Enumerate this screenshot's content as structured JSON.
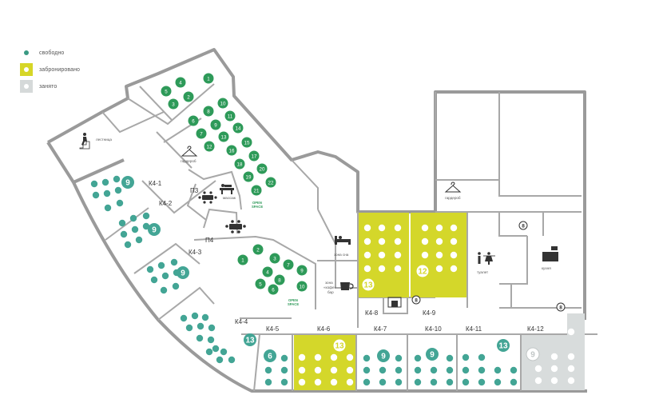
{
  "legend": {
    "free": {
      "label": "свободно",
      "color": "#3a9a83"
    },
    "booked": {
      "label": "забронировано",
      "color": "#d6d627"
    },
    "occupied": {
      "label": "занято",
      "color": "#d5d9d9"
    }
  },
  "colors": {
    "wall": "#9a9a9a",
    "teal": "#43a595",
    "green": "#2e9a59",
    "yellow": "#d4d72a",
    "grey": "#d8dcdc"
  },
  "facilities": {
    "stairs": "лестница",
    "wardrobe_left": "гардероб",
    "wardrobe_right": "гардероб",
    "massage": "массаж",
    "sleep": "зона сна",
    "coffee_line1": "зона",
    "coffee_line2": "«кофе»",
    "coffee_line3": "бар",
    "toilet": "туалет",
    "kitchen": "кухня",
    "open_space_top": "OPEN\nSPACE",
    "open_space_mid": "OPEN\nSPACE"
  },
  "rooms": [
    {
      "id": "K4-1",
      "label": "К4-1",
      "capacity": "9",
      "status": "free"
    },
    {
      "id": "K4-2",
      "label": "К4-2",
      "capacity": "9",
      "status": "free"
    },
    {
      "id": "K4-3",
      "label": "К4-3",
      "capacity": "9",
      "status": "free"
    },
    {
      "id": "K4-4",
      "label": "К4-4",
      "capacity": "13",
      "status": "free"
    },
    {
      "id": "K4-5",
      "label": "К4-5",
      "capacity": "6",
      "status": "free"
    },
    {
      "id": "K4-6",
      "label": "К4-6",
      "capacity": "13",
      "status": "booked"
    },
    {
      "id": "K4-7",
      "label": "К4-7",
      "capacity": "9",
      "status": "free"
    },
    {
      "id": "K4-8",
      "label": "К4-8",
      "capacity": "13",
      "status": "booked"
    },
    {
      "id": "K4-9",
      "label": "К4-9",
      "capacity": "12",
      "status": "booked"
    },
    {
      "id": "K4-10",
      "label": "К4-10",
      "capacity": "9",
      "status": "free"
    },
    {
      "id": "K4-11",
      "label": "К4-11",
      "capacity": "13",
      "status": "free"
    },
    {
      "id": "K4-12",
      "label": "К4-12",
      "capacity": "9",
      "status": "occupied"
    }
  ],
  "meeting_rooms": [
    {
      "id": "P3",
      "label": "П3"
    },
    {
      "id": "P4",
      "label": "П4"
    }
  ],
  "open_space_top": [
    "1",
    "2",
    "3",
    "4",
    "5",
    "6",
    "7",
    "8",
    "9",
    "10",
    "11",
    "12",
    "13",
    "14",
    "15",
    "16",
    "17",
    "18",
    "19",
    "20",
    "21",
    "22"
  ],
  "open_space_mid": [
    "1",
    "2",
    "3",
    "4",
    "5",
    "6",
    "7",
    "8",
    "9",
    "10"
  ],
  "badges": {
    "meeting_a": "8",
    "meeting_b": "8",
    "meeting_c": "8"
  }
}
